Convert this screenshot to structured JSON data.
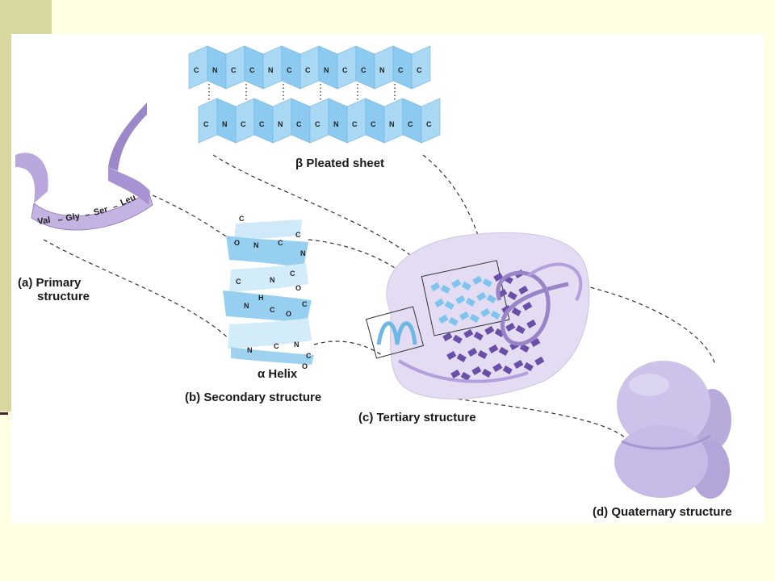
{
  "slide": {
    "background_color": "#ffffe4",
    "accent_strip_color": "#d8d8a0"
  },
  "figure": {
    "primary": {
      "label_line1": "(a) Primary",
      "label_line2": "structure",
      "sequence": [
        "Val",
        "Gly",
        "Ser",
        "Leu"
      ]
    },
    "secondary": {
      "label": "(b) Secondary structure",
      "alpha_helix_label": "α Helix",
      "pleated_sheet_label": "β Pleated sheet"
    },
    "tertiary": {
      "label": "(c) Tertiary structure"
    },
    "quaternary": {
      "label": "(d) Quaternary structure"
    },
    "colors": {
      "ribbon_purple": "#b9a6dc",
      "sheet_blue": "#9fd2f0",
      "helix_blue": "#8ccaf0",
      "blob_lavender": "#e4dcf2",
      "quaternary_purple": "#c8bde8"
    }
  }
}
